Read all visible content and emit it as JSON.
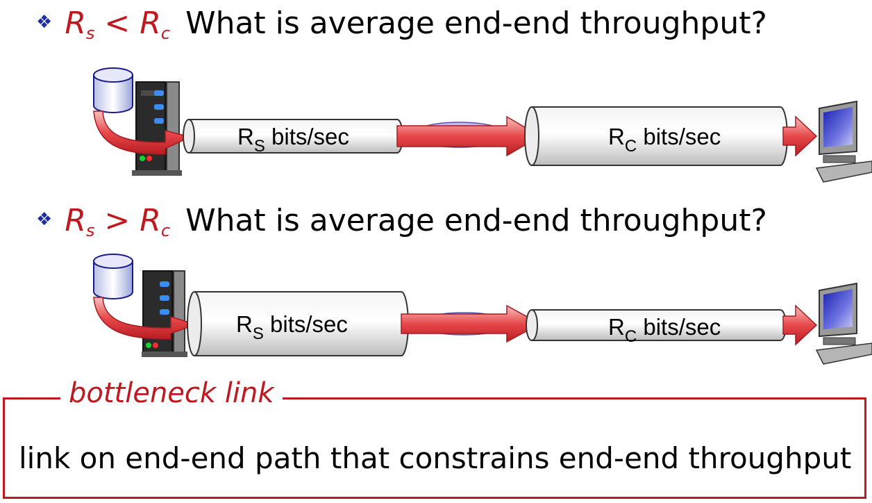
{
  "bullets": [
    {
      "condition_base_left": "R",
      "condition_sub_left": "s",
      "operator": "<",
      "condition_base_right": "R",
      "condition_sub_right": "c",
      "question": "What is average end-end throughput?"
    },
    {
      "condition_base_left": "R",
      "condition_sub_left": "s",
      "operator": ">",
      "condition_base_right": "R",
      "condition_sub_right": "c",
      "question": "What is average end-end throughput?"
    }
  ],
  "pipes": {
    "server_link_base": "R",
    "server_link_sub": "S",
    "server_link_unit": " bits/sec",
    "client_link_base": "R",
    "client_link_sub": "C",
    "client_link_unit": " bits/sec"
  },
  "definition": {
    "title": "bottleneck link",
    "text": "link on end-end path that constrains end-end throughput"
  },
  "colors": {
    "accent_red": "#c0181e",
    "arrow_red": "#e23a3a",
    "bullet_blue": "#1f2fa0",
    "pipe_gray": "#d8d8d8"
  },
  "icons": [
    "database-icon",
    "server-icon",
    "computer-icon",
    "diamond-bullet-icon"
  ]
}
